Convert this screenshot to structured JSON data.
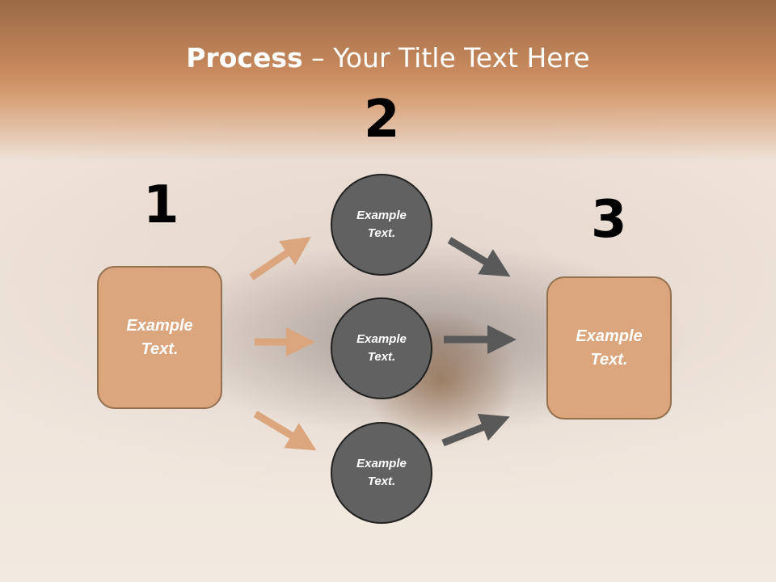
{
  "title": {
    "bold": "Process",
    "rest": " – Your Title Text Here"
  },
  "steps": [
    {
      "number": "1",
      "text": "Example\nText."
    },
    {
      "number": "2",
      "items": [
        "Example\nText.",
        "Example\nText.",
        "Example\nText."
      ]
    },
    {
      "number": "3",
      "text": "Example\nText."
    }
  ],
  "colors": {
    "box": "#dba67e",
    "circle": "#616161",
    "arrow_left": "#dba67e",
    "arrow_right": "#595959"
  }
}
